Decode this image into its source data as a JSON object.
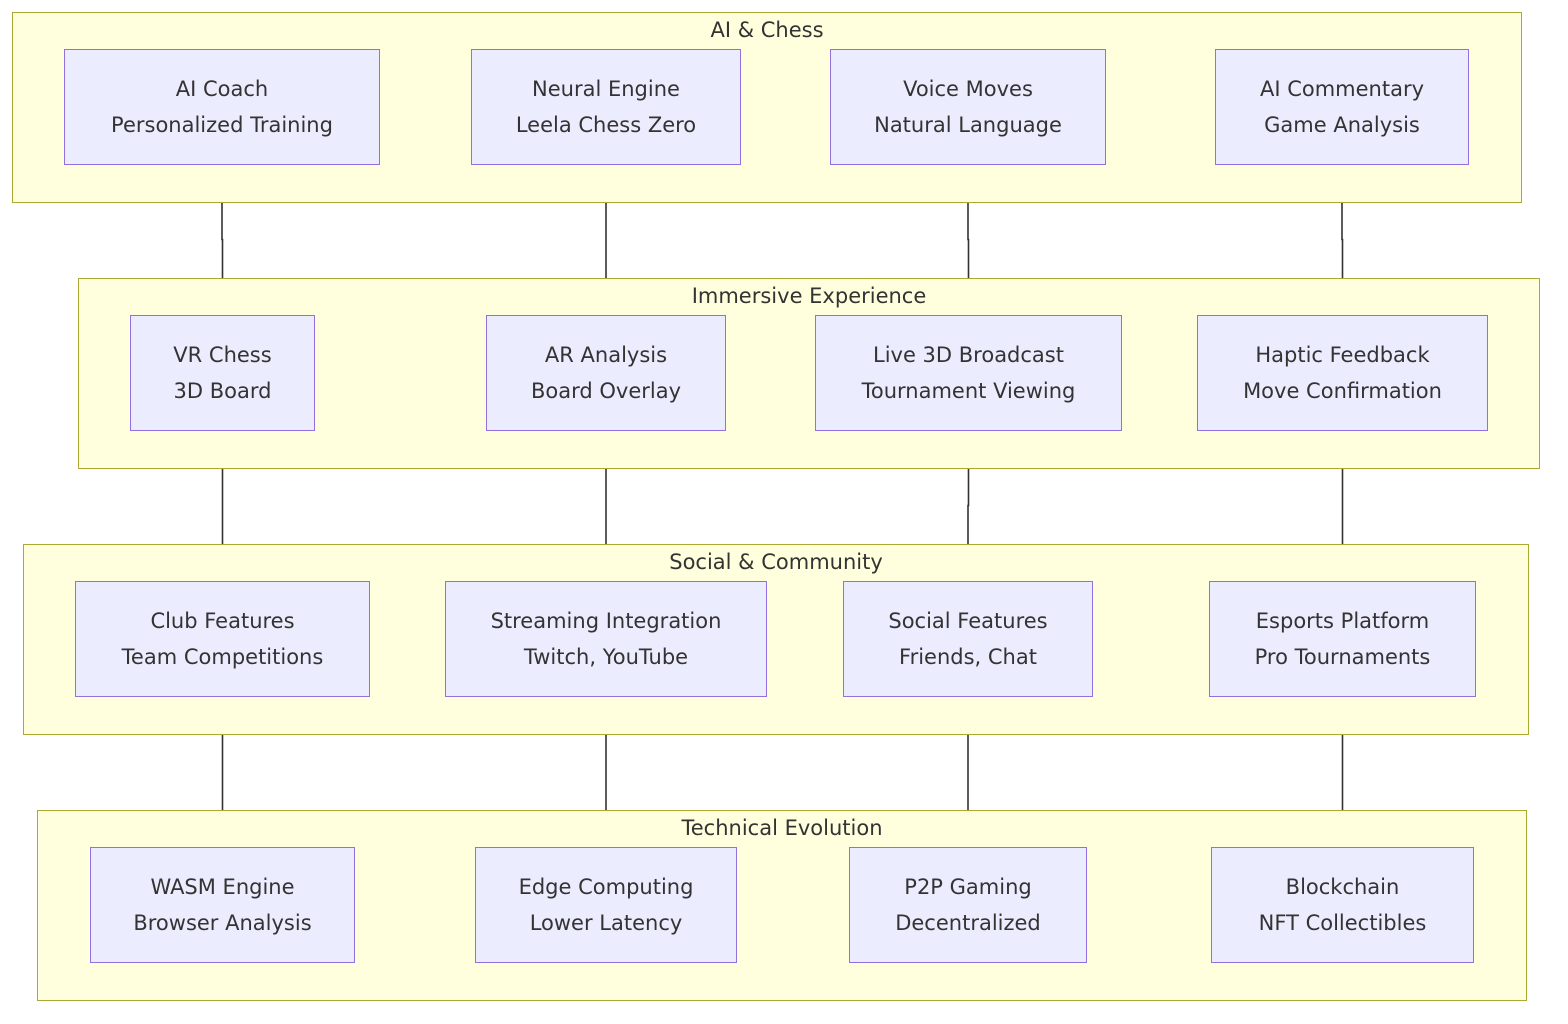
{
  "clusters": [
    {
      "title": "AI & Chess",
      "nodes": [
        {
          "line1": "AI Coach",
          "line2": "Personalized Training"
        },
        {
          "line1": "Neural Engine",
          "line2": "Leela Chess Zero"
        },
        {
          "line1": "Voice Moves",
          "line2": "Natural Language"
        },
        {
          "line1": "AI Commentary",
          "line2": "Game Analysis"
        }
      ]
    },
    {
      "title": "Immersive Experience",
      "nodes": [
        {
          "line1": "VR Chess",
          "line2": "3D Board"
        },
        {
          "line1": "AR Analysis",
          "line2": "Board Overlay"
        },
        {
          "line1": "Live 3D Broadcast",
          "line2": "Tournament Viewing"
        },
        {
          "line1": "Haptic Feedback",
          "line2": "Move Confirmation"
        }
      ]
    },
    {
      "title": "Social & Community",
      "nodes": [
        {
          "line1": "Club Features",
          "line2": "Team Competitions"
        },
        {
          "line1": "Streaming Integration",
          "line2": "Twitch, YouTube"
        },
        {
          "line1": "Social Features",
          "line2": "Friends, Chat"
        },
        {
          "line1": "Esports Platform",
          "line2": "Pro Tournaments"
        }
      ]
    },
    {
      "title": "Technical Evolution",
      "nodes": [
        {
          "line1": "WASM Engine",
          "line2": "Browser Analysis"
        },
        {
          "line1": "Edge Computing",
          "line2": "Lower Latency"
        },
        {
          "line1": "P2P Gaming",
          "line2": "Decentralized"
        },
        {
          "line1": "Blockchain",
          "line2": "NFT Collectibles"
        }
      ]
    }
  ],
  "edges": [
    {
      "from": "0.0",
      "to": "1.0"
    },
    {
      "from": "0.1",
      "to": "1.1"
    },
    {
      "from": "0.2",
      "to": "1.2"
    },
    {
      "from": "0.3",
      "to": "1.3"
    },
    {
      "from": "1.0",
      "to": "2.0"
    },
    {
      "from": "1.1",
      "to": "2.1"
    },
    {
      "from": "1.2",
      "to": "2.2"
    },
    {
      "from": "1.3",
      "to": "2.3"
    },
    {
      "from": "2.0",
      "to": "3.0"
    },
    {
      "from": "2.1",
      "to": "3.1"
    },
    {
      "from": "2.2",
      "to": "3.2"
    },
    {
      "from": "2.3",
      "to": "3.3"
    }
  ],
  "colors": {
    "cluster_fill": "#ffffde",
    "cluster_border": "#aaaa33",
    "node_fill": "#ececff",
    "node_border": "#9370db",
    "edge": "#333333",
    "text": "#333333"
  }
}
